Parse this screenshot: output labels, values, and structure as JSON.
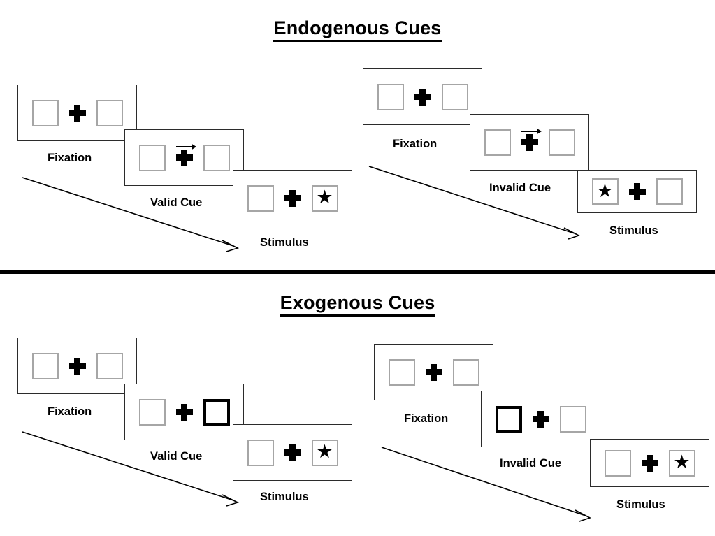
{
  "figure": {
    "title_endogenous": "Endogenous Cues",
    "title_exogenous": "Exogenous Cues",
    "colors": {
      "ink": "#000000",
      "frame_border": "#2b2b2b",
      "slot_border": "#a6a6a6",
      "cued_slot_border": "#000000",
      "background": "#ffffff"
    },
    "icons": {
      "fixation_cross": "plus-cross-icon",
      "target_star": "★",
      "endogenous_cue": "right-arrow-icon",
      "timeline": "diagonal-arrow-icon"
    }
  },
  "sections": [
    {
      "id": "endogenous",
      "title": "Endogenous Cues",
      "conditions": [
        {
          "id": "endogenous-valid",
          "panels": [
            {
              "label": "Fixation",
              "left_box": "empty",
              "right_box": "empty",
              "cue": "none",
              "cue_side": "none"
            },
            {
              "label": "Valid Cue",
              "left_box": "empty",
              "right_box": "empty",
              "cue": "arrow-right",
              "cue_side": "right"
            },
            {
              "label": "Stimulus",
              "left_box": "empty",
              "right_box": "star",
              "cue": "none",
              "cue_side": "none"
            }
          ]
        },
        {
          "id": "endogenous-invalid",
          "panels": [
            {
              "label": "Fixation",
              "left_box": "empty",
              "right_box": "empty",
              "cue": "none",
              "cue_side": "none"
            },
            {
              "label": "Invalid Cue",
              "left_box": "empty",
              "right_box": "empty",
              "cue": "arrow-right",
              "cue_side": "right"
            },
            {
              "label": "Stimulus",
              "left_box": "star",
              "right_box": "empty",
              "cue": "none",
              "cue_side": "none"
            }
          ]
        }
      ]
    },
    {
      "id": "exogenous",
      "title": "Exogenous Cues",
      "conditions": [
        {
          "id": "exogenous-valid",
          "panels": [
            {
              "label": "Fixation",
              "left_box": "empty",
              "right_box": "empty",
              "cue": "none",
              "cue_side": "none"
            },
            {
              "label": "Valid Cue",
              "left_box": "empty",
              "right_box": "highlight",
              "cue": "box-highlight",
              "cue_side": "right"
            },
            {
              "label": "Stimulus",
              "left_box": "empty",
              "right_box": "star",
              "cue": "none",
              "cue_side": "none"
            }
          ]
        },
        {
          "id": "exogenous-invalid",
          "panels": [
            {
              "label": "Fixation",
              "left_box": "empty",
              "right_box": "empty",
              "cue": "none",
              "cue_side": "none"
            },
            {
              "label": "Invalid Cue",
              "left_box": "highlight",
              "right_box": "empty",
              "cue": "box-highlight",
              "cue_side": "left"
            },
            {
              "label": "Stimulus",
              "left_box": "empty",
              "right_box": "star",
              "cue": "none",
              "cue_side": "none"
            }
          ]
        }
      ]
    }
  ],
  "labels": {
    "fixation": "Fixation",
    "valid_cue": "Valid Cue",
    "invalid_cue": "Invalid Cue",
    "stimulus": "Stimulus"
  },
  "star_glyph": "★"
}
